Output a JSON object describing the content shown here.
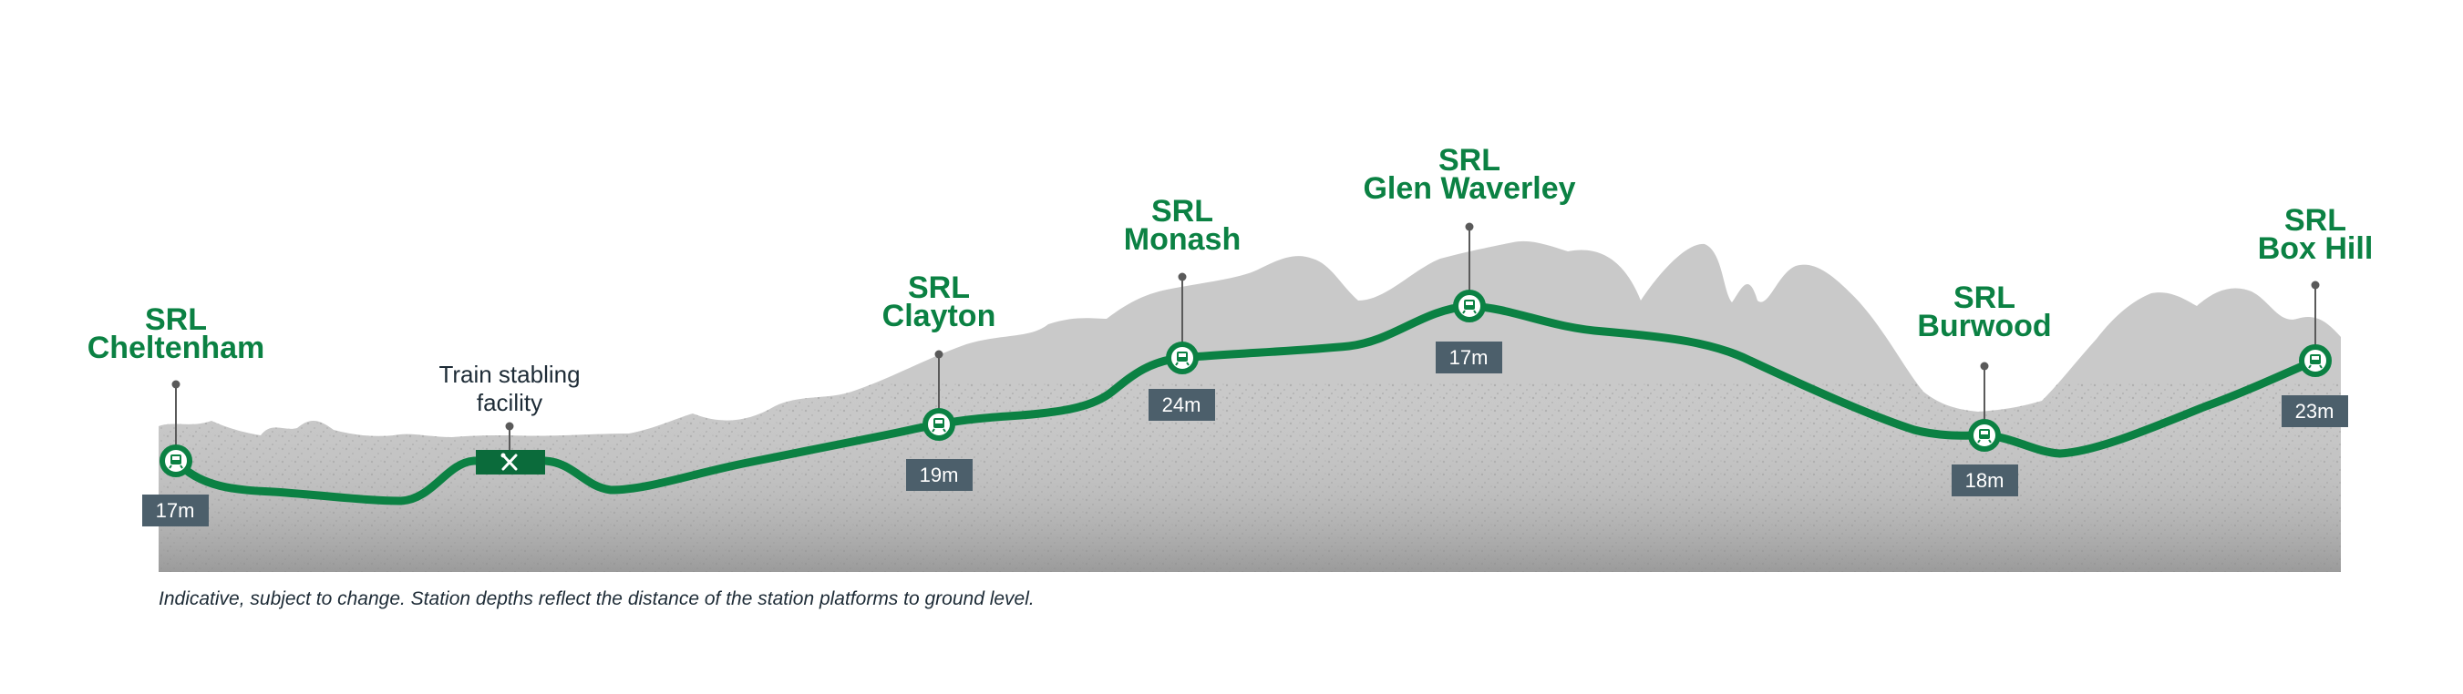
{
  "colors": {
    "line": "#0b8143",
    "terrain": "#c9c9c9",
    "terrain_speckle": "#8e8e8e",
    "depth_badge": "#4c5f6b",
    "text_dark": "#1d2b36",
    "pin": "#5a5a5a"
  },
  "stations": [
    {
      "name_line1": "SRL",
      "name_line2": "Cheltenham",
      "depth": "17m",
      "icon": "train-icon"
    },
    {
      "name_line1": "SRL",
      "name_line2": "Clayton",
      "depth": "19m",
      "icon": "train-icon"
    },
    {
      "name_line1": "SRL",
      "name_line2": "Monash",
      "depth": "24m",
      "icon": "train-icon"
    },
    {
      "name_line1": "SRL",
      "name_line2": "Glen Waverley",
      "depth": "17m",
      "icon": "train-icon"
    },
    {
      "name_line1": "SRL",
      "name_line2": "Burwood",
      "depth": "18m",
      "icon": "train-icon"
    },
    {
      "name_line1": "SRL",
      "name_line2": "Box Hill",
      "depth": "23m",
      "icon": "train-icon"
    }
  ],
  "facility": {
    "label_line1": "Train stabling",
    "label_line2": "facility",
    "icon": "tools-icon"
  },
  "caption": "Indicative, subject to change. Station depths reflect the distance of the station platforms to ground level."
}
